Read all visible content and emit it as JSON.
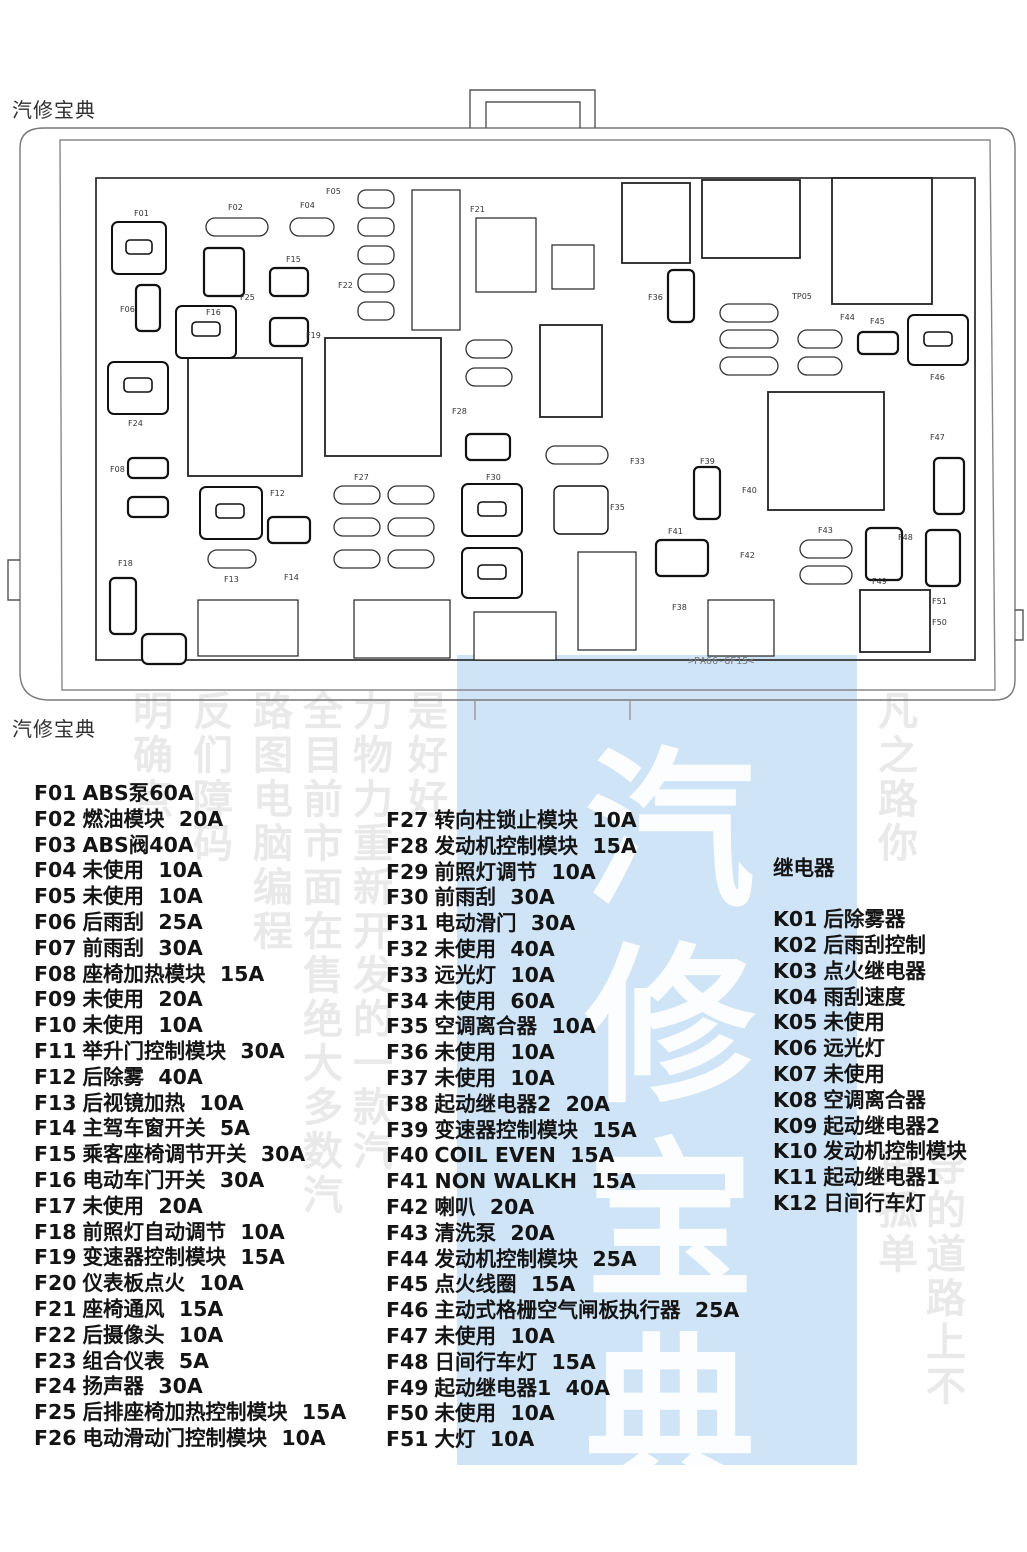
{
  "watermark_top": "汽修宝典",
  "watermark_mid": "汽修宝典",
  "diagram": {
    "connector_code": ">PA66-GF15<",
    "fuse_labels": [
      "F01",
      "F02",
      "F04",
      "F05",
      "F06",
      "F08",
      "F12",
      "F13",
      "F14",
      "F15",
      "F16",
      "F18",
      "F19",
      "F21",
      "F22",
      "F24",
      "F25",
      "F27",
      "F28",
      "F30",
      "F33",
      "F35",
      "F36",
      "F38",
      "F39",
      "F40",
      "F41",
      "F42",
      "F43",
      "F44",
      "F45",
      "F46",
      "F47",
      "F48",
      "F49",
      "F50",
      "F51",
      "TP05"
    ]
  },
  "background_watermark": {
    "columns": [
      "明确点",
      "反们障码",
      "路图电脑编程",
      "全目前市面在售绝大多数汽",
      "力物力重新开发的一款汽",
      "是好好",
      "凡之路你",
      "导的道路上不再孤单"
    ],
    "big_text": "汽修宝典"
  },
  "fuses_col1": [
    {
      "code": "F01",
      "desc": "ABS泵60A"
    },
    {
      "code": "F02",
      "desc": "燃油模块  20A"
    },
    {
      "code": "F03",
      "desc": "ABS阀40A"
    },
    {
      "code": "F04",
      "desc": "未使用  10A"
    },
    {
      "code": "F05",
      "desc": "未使用  10A"
    },
    {
      "code": "F06",
      "desc": "后雨刮  25A"
    },
    {
      "code": "F07",
      "desc": "前雨刮  30A"
    },
    {
      "code": "F08",
      "desc": "座椅加热模块  15A"
    },
    {
      "code": "F09",
      "desc": "未使用  20A"
    },
    {
      "code": "F10",
      "desc": "未使用  10A"
    },
    {
      "code": "F11",
      "desc": "举升门控制模块  30A"
    },
    {
      "code": "F12",
      "desc": "后除雾  40A"
    },
    {
      "code": "F13",
      "desc": "后视镜加热  10A"
    },
    {
      "code": "F14",
      "desc": "主驾车窗开关  5A"
    },
    {
      "code": "F15",
      "desc": "乘客座椅调节开关  30A"
    },
    {
      "code": "F16",
      "desc": "电动车门开关  30A"
    },
    {
      "code": "F17",
      "desc": "未使用  20A"
    },
    {
      "code": "F18",
      "desc": "前照灯自动调节  10A"
    },
    {
      "code": "F19",
      "desc": "变速器控制模块  15A"
    },
    {
      "code": "F20",
      "desc": "仪表板点火  10A"
    },
    {
      "code": "F21",
      "desc": "座椅通风  15A"
    },
    {
      "code": "F22",
      "desc": "后摄像头  10A"
    },
    {
      "code": "F23",
      "desc": "组合仪表  5A"
    },
    {
      "code": "F24",
      "desc": "扬声器  30A"
    },
    {
      "code": "F25",
      "desc": "后排座椅加热控制模块  15A"
    },
    {
      "code": "F26",
      "desc": "电动滑动门控制模块  10A"
    }
  ],
  "fuses_col2": [
    {
      "code": "F27",
      "desc": "转向柱锁止模块  10A"
    },
    {
      "code": "F28",
      "desc": "发动机控制模块  15A"
    },
    {
      "code": "F29",
      "desc": "前照灯调节  10A"
    },
    {
      "code": "F30",
      "desc": "前雨刮  30A"
    },
    {
      "code": "F31",
      "desc": "电动滑门  30A"
    },
    {
      "code": "F32",
      "desc": "未使用  40A"
    },
    {
      "code": "F33",
      "desc": "远光灯  10A"
    },
    {
      "code": "F34",
      "desc": "未使用  60A"
    },
    {
      "code": "F35",
      "desc": "空调离合器  10A"
    },
    {
      "code": "F36",
      "desc": "未使用  10A"
    },
    {
      "code": "F37",
      "desc": "未使用  10A"
    },
    {
      "code": "F38",
      "desc": "起动继电器2  20A"
    },
    {
      "code": "F39",
      "desc": "变速器控制模块  15A"
    },
    {
      "code": "F40",
      "desc": "COIL EVEN  15A"
    },
    {
      "code": "F41",
      "desc": "NON WALKH  15A"
    },
    {
      "code": "F42",
      "desc": "喇叭  20A"
    },
    {
      "code": "F43",
      "desc": "清洗泵  20A"
    },
    {
      "code": "F44",
      "desc": "发动机控制模块  25A"
    },
    {
      "code": "F45",
      "desc": "点火线圈  15A"
    },
    {
      "code": "F46",
      "desc": "主动式格栅空气闸板执行器  25A"
    },
    {
      "code": "F47",
      "desc": "未使用  10A"
    },
    {
      "code": "F48",
      "desc": "日间行车灯  15A"
    },
    {
      "code": "F49",
      "desc": "起动继电器1  40A"
    },
    {
      "code": "F50",
      "desc": "未使用  10A"
    },
    {
      "code": "F51",
      "desc": "大灯  10A"
    }
  ],
  "relays": {
    "title": "继电器",
    "items": [
      {
        "code": "K01",
        "desc": "后除雾器"
      },
      {
        "code": "K02",
        "desc": "后雨刮控制"
      },
      {
        "code": "K03",
        "desc": "点火继电器"
      },
      {
        "code": "K04",
        "desc": "雨刮速度"
      },
      {
        "code": "K05",
        "desc": "未使用"
      },
      {
        "code": "K06",
        "desc": "远光灯"
      },
      {
        "code": "K07",
        "desc": "未使用"
      },
      {
        "code": "K08",
        "desc": "空调离合器"
      },
      {
        "code": "K09",
        "desc": "起动继电器2"
      },
      {
        "code": "K10",
        "desc": "发动机控制模块"
      },
      {
        "code": "K11",
        "desc": "起动继电器1"
      },
      {
        "code": "K12",
        "desc": "日间行车灯"
      }
    ]
  }
}
